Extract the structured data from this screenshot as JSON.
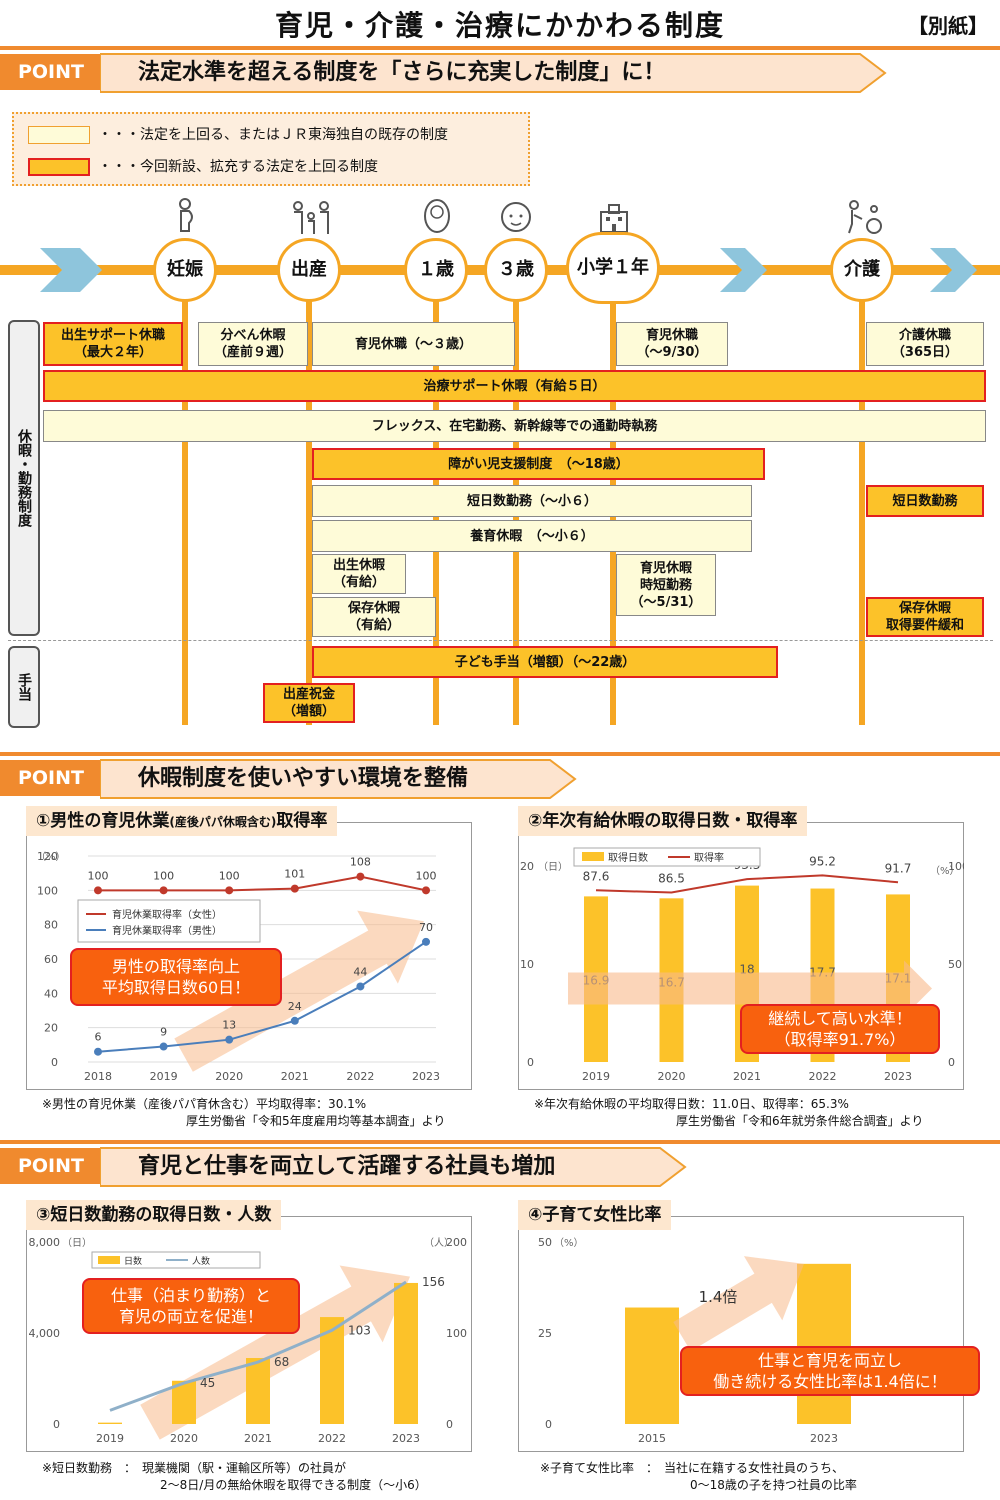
{
  "header": {
    "title": "育児・介護・治療にかかわる制度",
    "badge": "【別紙】"
  },
  "points": [
    {
      "label": "POINT",
      "text": "法定水準を超える制度を「さらに充実した制度」に！"
    },
    {
      "label": "POINT",
      "text": "休暇制度を使いやすい環境を整備"
    },
    {
      "label": "POINT",
      "text": "育児と仕事を両立して活躍する社員も増加"
    }
  ],
  "legend": [
    {
      "text": "・・・法定を上回る、またはＪＲ東海独自の既存の制度"
    },
    {
      "text": "・・・今回新設、拡充する法定を上回る制度"
    }
  ],
  "milestones": [
    {
      "label": "妊娠",
      "icon": "pregnant-icon"
    },
    {
      "label": "出産",
      "icon": "family-icon"
    },
    {
      "label": "１歳",
      "icon": "baby-icon"
    },
    {
      "label": "３歳",
      "icon": "child-icon"
    },
    {
      "label": "小学１年",
      "icon": "school-icon"
    },
    {
      "label": "介護",
      "icon": "care-icon"
    }
  ],
  "categories": {
    "leave": "休暇・勤務制度",
    "allowance": "手当"
  },
  "boxes": {
    "b1": "出生サポート休職\n（最大２年）",
    "b2": "分べん休暇\n（産前９週）",
    "b3": "育児休職（～３歳）",
    "b4": "育児休職\n（～9/30）",
    "b5": "介護休職\n（365日）",
    "b6": "治療サポート休暇（有給５日）",
    "b7": "フレックス、在宅勤務、新幹線等での通勤時執務",
    "b8": "障がい児支援制度　（～18歳）",
    "b9": "短日数勤務（～小６）",
    "b10": "短日数勤務",
    "b11": "養育休暇　（～小６）",
    "b12": "出生休暇\n（有給）",
    "b13": "育児休暇\n時短勤務\n（～5/31）",
    "b14": "保存休暇\n（有給）",
    "b15": "保存休暇\n取得要件緩和",
    "b16": "子ども手当（増額）（～22歳）",
    "b17": "出産祝金\n（増額）"
  },
  "charts": {
    "c1": {
      "title": "①男性の育児休業",
      "title_small": "(産後パパ休暇含む)",
      "title_end": "取得率",
      "note1": "※男性の育児休業（産後パパ育休含む）平均取得率：30.1%",
      "note2": "厚生労働省「令和5年度雇用均等基本調査」より",
      "callout": "男性の取得率向上\n平均取得日数60日！"
    },
    "c2": {
      "title": "②年次有給休暇の取得日数・取得率",
      "note1": "※年次有給休暇の平均取得日数：11.0日、取得率：65.3%",
      "note2": "厚生労働省「令和6年就労条件総合調査」より",
      "callout": "継続して高い水準！\n（取得率91.7%）"
    },
    "c3": {
      "title": "③短日数勤務の取得日数・人数",
      "note1": "※短日数勤務　：　現業機関（駅・運輸区所等）の社員が",
      "note2": "2～8日/月の無給休暇を取得できる制度（～小6）",
      "callout": "仕事（泊まり勤務）と\n育児の両立を促進！"
    },
    "c4": {
      "title": "④子育て女性比率",
      "note1": "※子育て女性比率　：　当社に在籍する女性社員のうち、",
      "note2": "0～18歳の子を持つ社員の比率",
      "callout": "仕事と育児を両立し\n働き続ける女性比率は1.4倍に！"
    }
  },
  "chart_data": [
    {
      "type": "line",
      "x": [
        "2018",
        "2019",
        "2020",
        "2021",
        "2022",
        "2023"
      ],
      "series": [
        {
          "name": "育児休業取得率（女性）",
          "values": [
            100,
            100,
            100,
            101,
            108,
            100
          ],
          "color": "#c0392b"
        },
        {
          "name": "育児休業取得率（男性）",
          "values": [
            6,
            9,
            13,
            24,
            44,
            70
          ],
          "color": "#4a7ebb"
        }
      ],
      "ylim": [
        0,
        120
      ],
      "yticks": [
        0,
        20,
        40,
        60,
        80,
        100,
        120
      ],
      "yunit": "（%）"
    },
    {
      "type": "bar",
      "x": [
        "2019",
        "2020",
        "2021",
        "2022",
        "2023"
      ],
      "series": [
        {
          "name": "取得日数",
          "values": [
            16.9,
            16.7,
            18,
            17.7,
            17.1
          ],
          "color": "#fcc229",
          "axis": "left"
        },
        {
          "name": "取得率",
          "values": [
            87.6,
            86.5,
            93.3,
            95.2,
            91.7
          ],
          "color": "#c0392b",
          "axis": "right",
          "type": "line"
        }
      ],
      "ylim_left": [
        0,
        20
      ],
      "yticks_left": [
        0,
        10,
        20
      ],
      "yunit_left": "（日）",
      "ylim_right": [
        0,
        100
      ],
      "yticks_right": [
        0,
        50,
        100
      ],
      "yunit_right": "（%）"
    },
    {
      "type": "bar",
      "x": [
        "2019",
        "2020",
        "2021",
        "2022",
        "2023"
      ],
      "series": [
        {
          "name": "日数",
          "values": [
            60,
            1900,
            2900,
            4700,
            6200
          ],
          "color": "#fcc229",
          "axis": "left"
        },
        {
          "name": "人数",
          "values": [
            15,
            45,
            68,
            103,
            156
          ],
          "color": "#8fb0c9",
          "axis": "right",
          "type": "line"
        }
      ],
      "labels": [
        "",
        "45",
        "68",
        "103",
        "156"
      ],
      "ylim_left": [
        0,
        8000
      ],
      "yticks_left": [
        "0",
        "4,000",
        "8,000"
      ],
      "yunit_left": "（日）",
      "ylim_right": [
        0,
        200
      ],
      "yticks_right": [
        0,
        100,
        200
      ],
      "yunit_right": "（人）"
    },
    {
      "type": "bar",
      "x": [
        "2015",
        "2023"
      ],
      "series": [
        {
          "name": "子育て女性比率",
          "values": [
            32,
            44
          ],
          "color": "#fcc229"
        }
      ],
      "ylim": [
        0,
        50
      ],
      "yticks": [
        0,
        25,
        50
      ],
      "yunit": "（%）",
      "annotation": "1.4倍"
    }
  ]
}
